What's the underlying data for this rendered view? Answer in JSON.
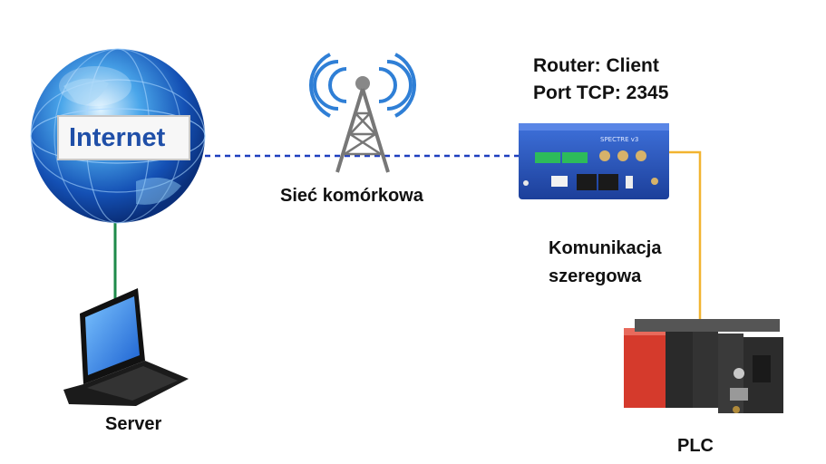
{
  "globe": {
    "label": "Internet"
  },
  "tower": {
    "label": "Sieć komórkowa"
  },
  "router": {
    "line1": "Router: Client",
    "line2": "Port TCP: 2345",
    "brand": "SPECTRE v3"
  },
  "serial": {
    "line1": "Komunikacja",
    "line2": "szeregowa"
  },
  "laptop": {
    "label": "Server"
  },
  "plc": {
    "label": "PLC"
  },
  "colors": {
    "dashed_link": "#1f3fbf",
    "laptop_link": "#1e8a4a",
    "serial_link": "#f2b430"
  }
}
